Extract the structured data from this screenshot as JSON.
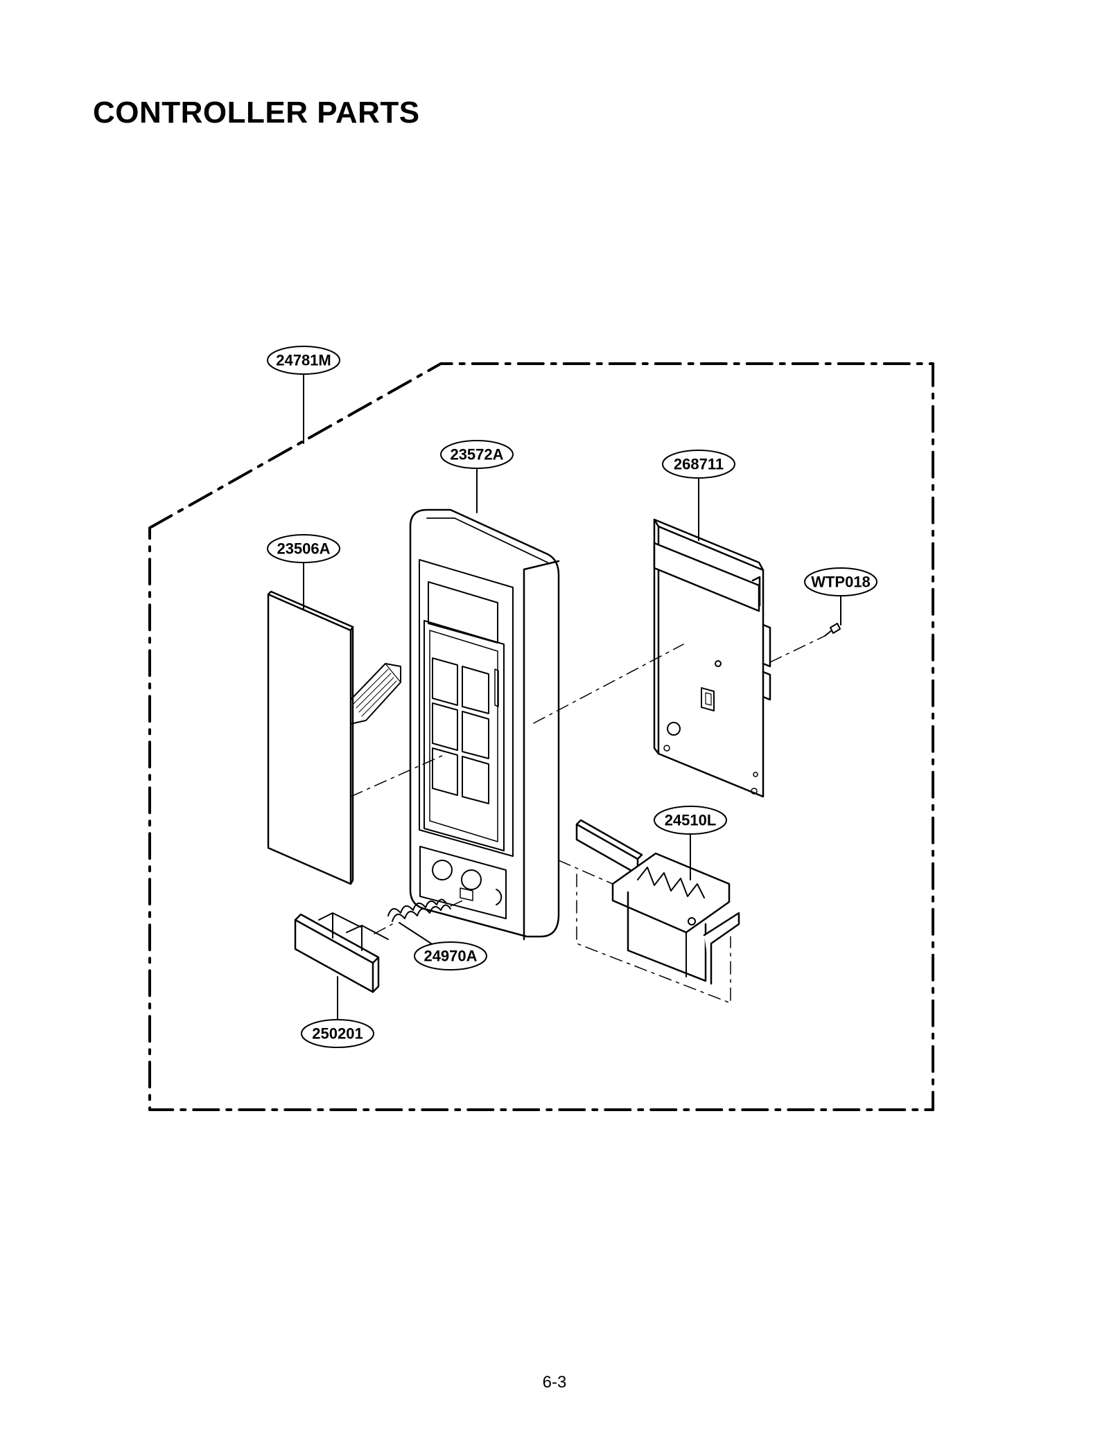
{
  "page": {
    "title": "CONTROLLER PARTS",
    "page_number": "6-3"
  },
  "callouts": {
    "assembly": "24781M",
    "frame": "23572A",
    "pcb": "268711",
    "membrane": "23506A",
    "screw": "WTP018",
    "latch": "24510L",
    "spring": "24970A",
    "button": "250201"
  }
}
